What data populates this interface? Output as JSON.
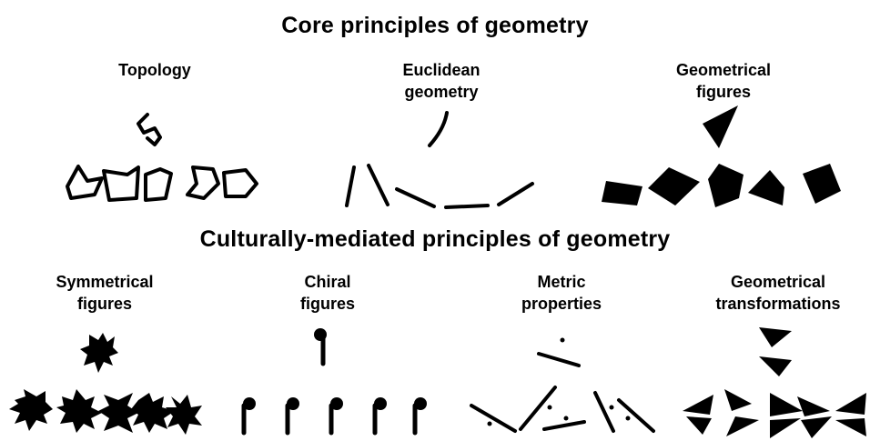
{
  "titles": {
    "core": "Core principles of geometry",
    "cultural": "Culturally-mediated principles of geometry"
  },
  "core": {
    "topology": {
      "line1": "Topology",
      "line2": ""
    },
    "euclidean": {
      "line1": "Euclidean",
      "line2": "geometry"
    },
    "figures": {
      "line1": "Geometrical",
      "line2": "figures"
    }
  },
  "cultural": {
    "symmetrical": {
      "line1": "Symmetrical",
      "line2": "figures"
    },
    "chiral": {
      "line1": "Chiral",
      "line2": "figures"
    },
    "metric": {
      "line1": "Metric",
      "line2": "properties"
    },
    "transformations": {
      "line1": "Geometrical",
      "line2": "transformations"
    }
  },
  "colors": {
    "ink": "#000000",
    "background": "#ffffff"
  }
}
